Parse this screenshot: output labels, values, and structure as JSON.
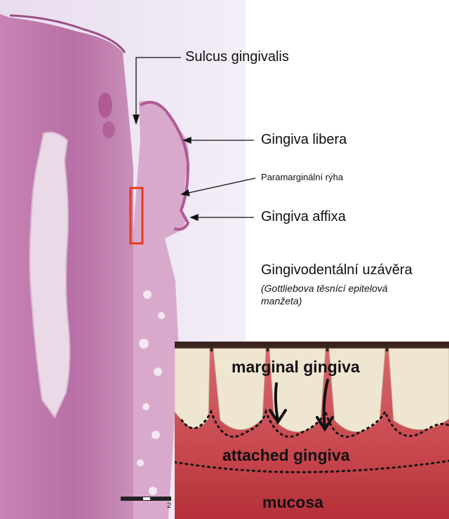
{
  "labels": {
    "sulcus": "Sulcus gingivalis",
    "libera": "Gingiva libera",
    "paramarginal": "Paramarginální rýha",
    "affixa": "Gingiva affixa",
    "gingivodental": "Gingivodentální uzávěra",
    "gottlieb_line1": "(Gottliebova těsnící epitelová",
    "gottlieb_line2": "manžeta)"
  },
  "photo_labels": {
    "marginal": "marginal gingiva",
    "attached": "attached gingiva",
    "mucosa": "mucosa"
  },
  "scale_bar_number": "2",
  "colors": {
    "histology_pink": "#c98fb9",
    "tooth_pink": "#b7719f",
    "highlight_box": "#e23a1e",
    "background": "#ffffff"
  }
}
